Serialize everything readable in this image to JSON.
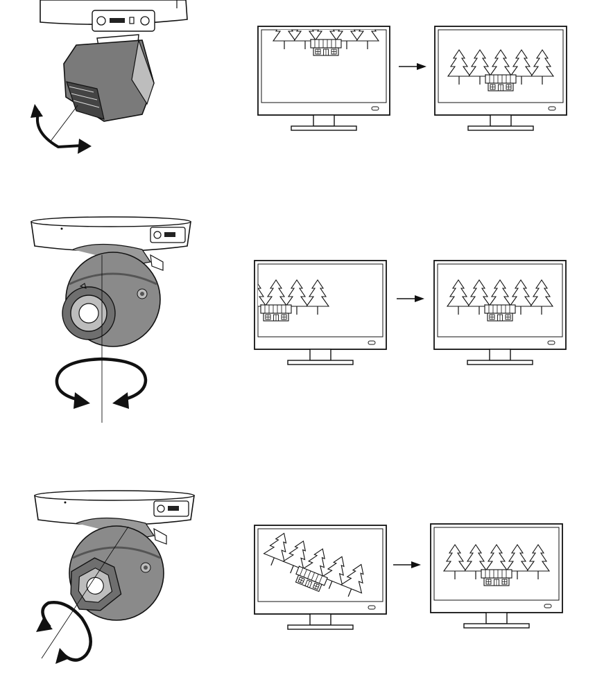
{
  "figure": {
    "rows": [
      {
        "adjustment": "tilt",
        "camera_icon": "tilted-dome-camera-icon",
        "arrow_icon": "curved-double-arrow-icon",
        "before_view": "scene-cut-off-top",
        "after_view": "scene-centered"
      },
      {
        "adjustment": "pan",
        "camera_icon": "dome-camera-icon",
        "arrow_icon": "rotation-arrows-icon",
        "before_view": "scene-shifted-left",
        "after_view": "scene-centered"
      },
      {
        "adjustment": "rotate",
        "camera_icon": "dome-camera-icon",
        "arrow_icon": "rotation-arrows-icon",
        "before_view": "scene-rotated",
        "after_view": "scene-centered"
      }
    ],
    "transition_icon": "right-arrow-icon",
    "colors": {
      "line": "#111111",
      "camera_shade": "#6f6f6f",
      "camera_light": "#bdbdbd",
      "background": "#ffffff"
    }
  }
}
